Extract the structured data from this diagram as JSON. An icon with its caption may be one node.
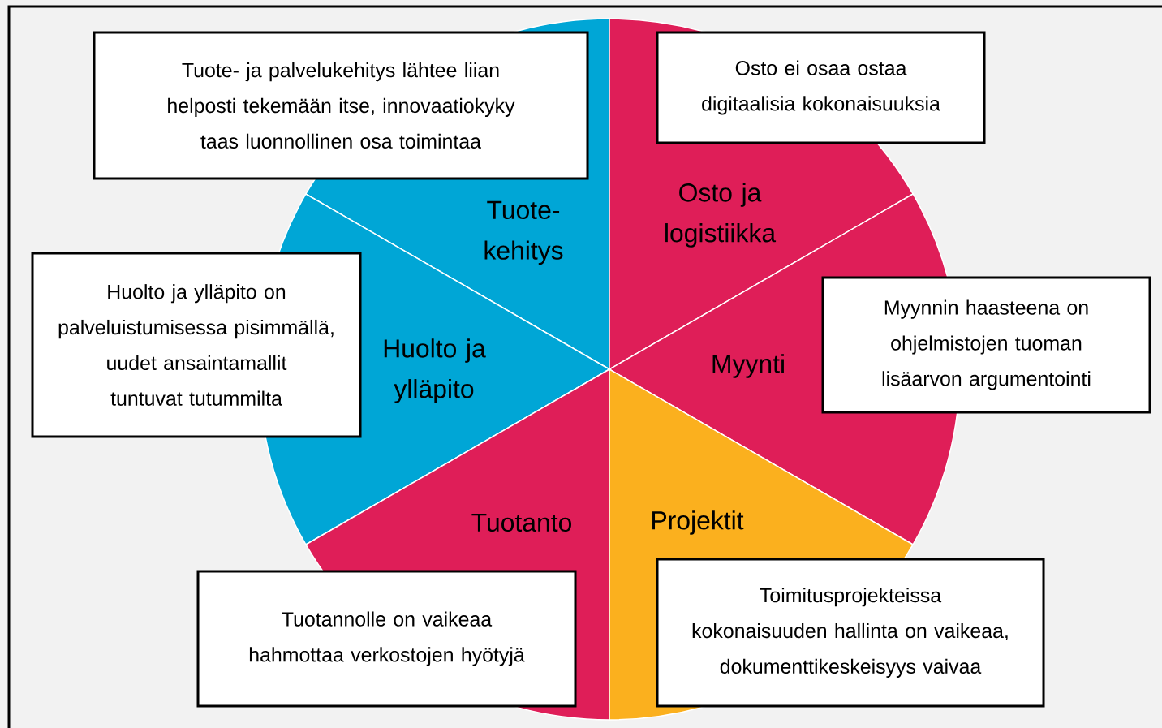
{
  "diagram": {
    "nodes": [
      {
        "text": [
          "Tuote- ja palvelukehitys lähtee liian helposti tekemään itse, innovaatiokyky taas luonnollinen osa toimintaa"
        ]
      },
      {
        "text": [
          "Osto ei osaa ostaa digitaalisia kokonaisuuksia"
        ]
      },
      {
        "text": [
          "Tuote- kehitys"
        ]
      },
      {
        "text": [
          "Osto ja logistiikka"
        ]
      },
      {
        "text": [
          "Huolto ja ylläpito on palveluistumisessa pisimmällä, uudet ansaintamallit tuntuvat tutummilta"
        ]
      },
      {
        "text": [
          "Huolto ja ylläpito"
        ]
      },
      {
        "text": [
          "Myynti"
        ]
      },
      {
        "text": [
          "Myynnin haasteena on ohjelmistojen tuoman lisäarvon argumentointi"
        ]
      },
      {
        "text": [
          "Tuotanto"
        ]
      },
      {
        "text": [
          "Projektit"
        ]
      },
      {
        "text": [
          "Tuotannolle on vaikeaa hahmottaa verkostojen hyötyjä"
        ]
      },
      {
        "text": [
          "Toimitusprojekteissa kokonaisuuden hallinta on vaikeaa, dokumenttikeskeisyys vaivaa"
        ]
      }
    ]
  }
}
